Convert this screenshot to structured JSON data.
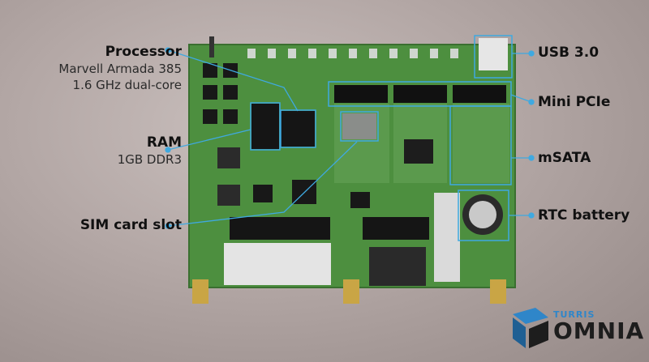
{
  "labels": {
    "processor": {
      "title": "Processor",
      "line1": "Marvell Armada 385",
      "line2": "1.6 GHz dual-core"
    },
    "ram": {
      "title": "RAM",
      "line1": "1GB DDR3"
    },
    "sim": {
      "title": "SIM card slot"
    },
    "usb": {
      "title": "USB 3.0"
    },
    "pcie": {
      "title": "Mini PCIe"
    },
    "msata": {
      "title": "mSATA"
    },
    "rtc": {
      "title": "RTC battery"
    }
  },
  "brand": {
    "small": "TURRIS",
    "big": "OMNIA"
  },
  "colors": {
    "callout": "#3fa9e0",
    "pcb": "#4a8b3c",
    "brand_blue": "#2f86c9"
  }
}
